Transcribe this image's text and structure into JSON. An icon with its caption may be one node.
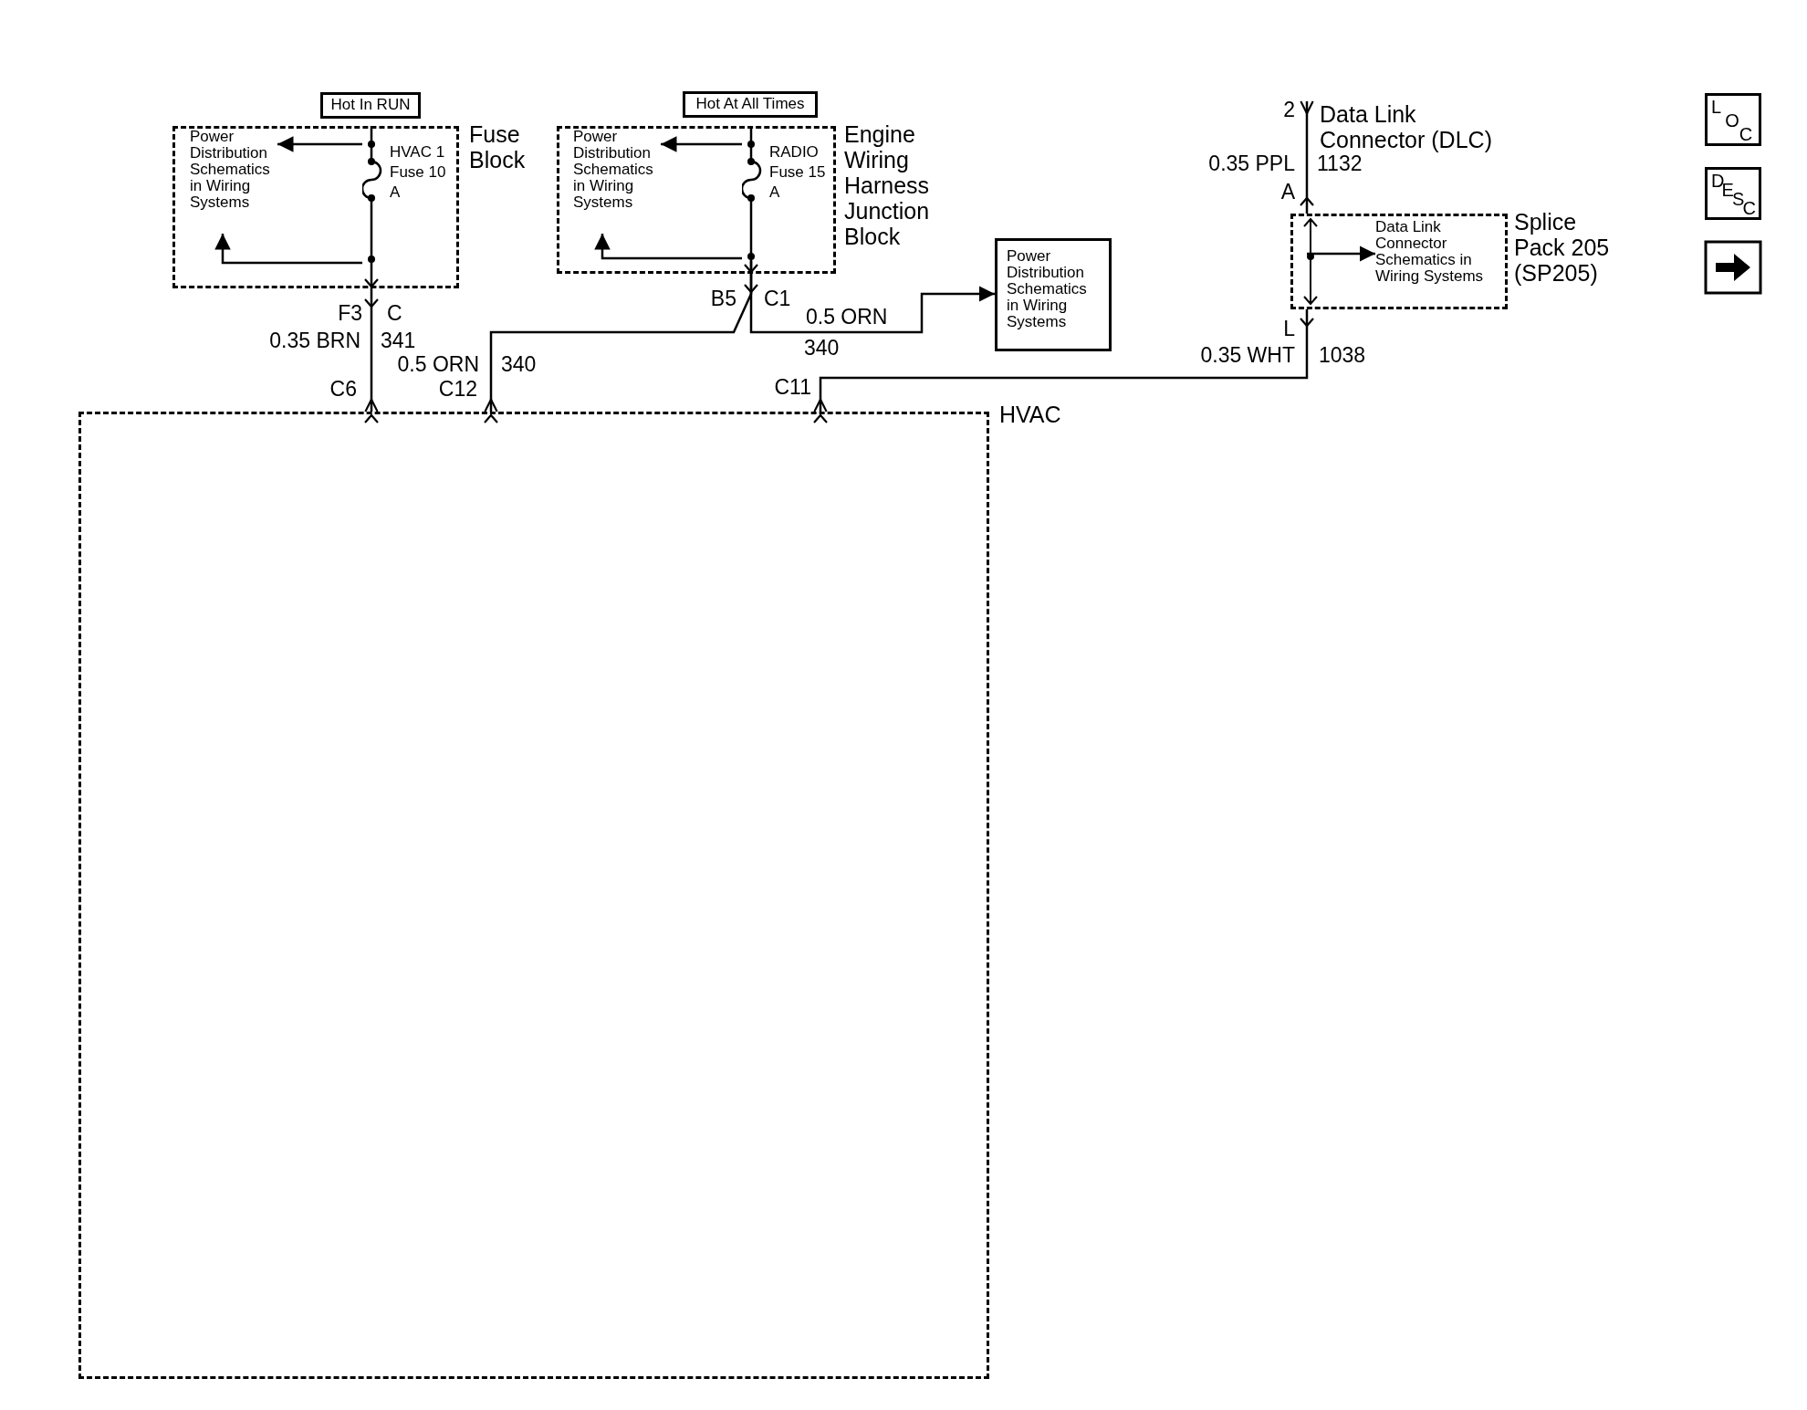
{
  "diagram": {
    "nodes": [
      {
        "text": [
          "Hot In RUN"
        ]
      },
      {
        "text": [
          "Fuse Block"
        ]
      },
      {
        "text": [
          "Power Distribution Schematics in Wiring Systems"
        ],
        "in": 1
      },
      {
        "text": [
          "HVAC 1 Fuse 10 A"
        ],
        "in": 1
      },
      {
        "text": [
          "Hot At All Times"
        ]
      },
      {
        "text": [
          "Engine Wiring Harness Junction Block"
        ]
      },
      {
        "text": [
          "Power Distribution Schematics in Wiring Systems"
        ],
        "in": 5
      },
      {
        "text": [
          "RADIO Fuse 15 A"
        ],
        "in": 5
      },
      {
        "text": [
          "Power Distribution Schematics in Wiring Systems"
        ]
      },
      {
        "text": [
          "Data Link Connector (DLC)"
        ]
      },
      {
        "text": [
          "Splice Pack 205 (SP205)"
        ]
      },
      {
        "text": [
          "Data Link Connector Schematics in Wiring Systems"
        ],
        "in": 10
      },
      {
        "text": [
          "HVAC"
        ]
      }
    ],
    "edges": [
      {
        "from": 3,
        "to": 2,
        "arrow": "to"
      },
      {
        "from": 3,
        "to": 2,
        "arrow": "to"
      },
      {
        "from": 3,
        "to": 12,
        "arrow": "other"
      },
      {
        "from": 7,
        "to": 6,
        "arrow": "to"
      },
      {
        "from": 7,
        "to": 6,
        "arrow": "to"
      },
      {
        "from": 7,
        "to": 12,
        "arrow": "other"
      },
      {
        "from": 7,
        "to": 8,
        "arrow": "to"
      },
      {
        "from": 10,
        "to": 9,
        "arrow": "other"
      },
      {
        "from": 10,
        "to": 11,
        "arrow": "to"
      },
      {
        "from": 10,
        "to": 12,
        "arrow": "other"
      }
    ],
    "labels": [
      "F3",
      "C",
      "0.35 BRN",
      "341",
      "C6",
      "B5",
      "C1",
      "0.5 ORN",
      "340",
      "0.5 ORN",
      "340",
      "C12",
      "C11",
      "2",
      "0.35 PPL",
      "1132",
      "A",
      "L",
      "0.35 WHT",
      "1038",
      "LOC",
      "DESC"
    ]
  }
}
